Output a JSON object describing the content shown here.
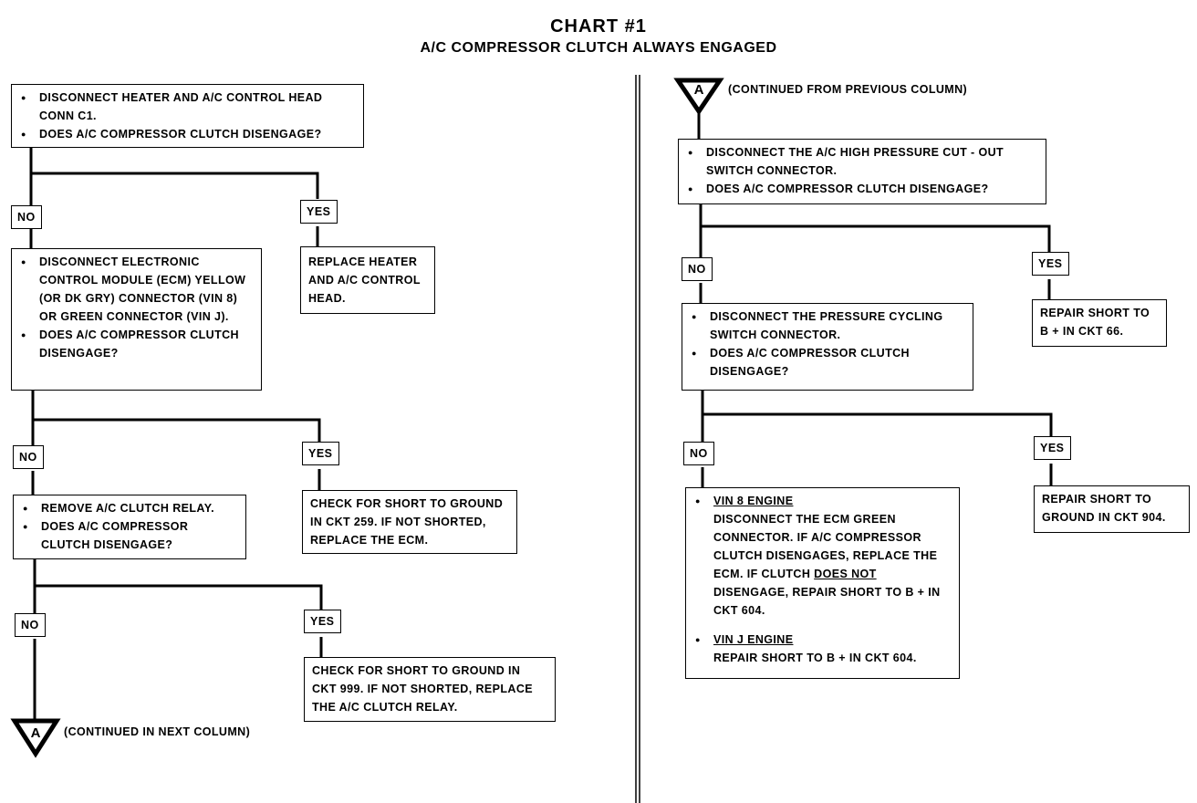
{
  "header": {
    "title": "CHART #1",
    "subtitle": "A/C COMPRESSOR CLUTCH ALWAYS ENGAGED"
  },
  "labels": {
    "no": "NO",
    "yes": "YES"
  },
  "connector": {
    "letter": "A",
    "continued_in": "(CONTINUED IN NEXT COLUMN)",
    "continued_from": "(CONTINUED FROM PREVIOUS COLUMN)"
  },
  "left_column": {
    "step1": [
      "DISCONNECT HEATER AND A/C CONTROL HEAD CONN C1.",
      "DOES A/C COMPRESSOR CLUTCH DISENGAGE?"
    ],
    "step1_yes": "REPLACE HEATER AND A/C CONTROL HEAD.",
    "step2": [
      "DISCONNECT ELECTRONIC CONTROL MODULE (ECM) YELLOW (OR DK GRY) CONNECTOR (VIN 8) OR GREEN CONNECTOR (VIN J).",
      "DOES A/C COMPRESSOR CLUTCH DISENGAGE?"
    ],
    "step2_yes": "CHECK FOR SHORT TO GROUND IN CKT 259. IF NOT SHORTED, REPLACE THE ECM.",
    "step3": [
      "REMOVE A/C CLUTCH RELAY.",
      "DOES A/C COMPRESSOR CLUTCH DISENGAGE?"
    ],
    "step3_yes": "CHECK FOR SHORT TO GROUND IN CKT 999. IF NOT SHORTED, REPLACE THE A/C CLUTCH RELAY."
  },
  "right_column": {
    "step4": [
      "DISCONNECT THE A/C HIGH PRESSURE CUT - OUT SWITCH CONNECTOR.",
      "DOES A/C COMPRESSOR CLUTCH DISENGAGE?"
    ],
    "step4_yes": "REPAIR SHORT TO B + IN CKT 66.",
    "step5": [
      "DISCONNECT THE PRESSURE CYCLING SWITCH CONNECTOR.",
      "DOES A/C COMPRESSOR CLUTCH DISENGAGE?"
    ],
    "step5_yes": "REPAIR SHORT TO GROUND IN CKT 904.",
    "step6": {
      "vin8_heading": "VIN 8 ENGINE",
      "vin8_text_a": "DISCONNECT THE ECM GREEN CONNECTOR. IF A/C COMPRESSOR CLUTCH DISENGAGES, REPLACE THE ECM. IF CLUTCH ",
      "vin8_emph": "DOES NOT",
      "vin8_text_b": " DISENGAGE, REPAIR SHORT TO B + IN CKT 604.",
      "vinj_heading": "VIN J ENGINE",
      "vinj_text": "REPAIR SHORT TO B + IN CKT 604."
    }
  }
}
